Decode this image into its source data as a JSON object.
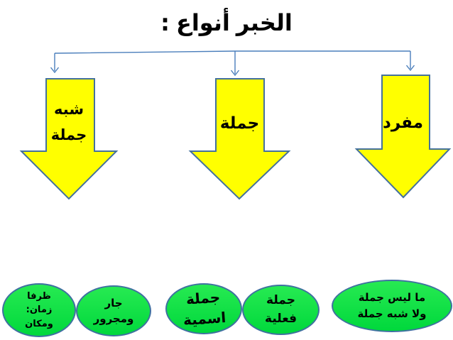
{
  "title": ": أنواع الخبر",
  "colors": {
    "background": "#ffffff",
    "text": "#000000",
    "arrow_fill": "#ffff00",
    "arrow_border": "#44719c",
    "connector": "#4a7ebb",
    "ellipse_fill_top": "#27ea52",
    "ellipse_fill_bottom": "#00d83c",
    "ellipse_border": "#3f71a0"
  },
  "arrows": [
    {
      "name": "shibh-jumla",
      "lines": [
        "شبه",
        "جملة"
      ]
    },
    {
      "name": "jumla",
      "lines": [
        "جملة"
      ]
    },
    {
      "name": "mufrad",
      "lines": [
        "مفرد"
      ]
    }
  ],
  "ellipses": [
    {
      "name": "zarf-zaman-wa-makan",
      "lines": [
        "ظرفا",
        "زمان:",
        "ومكان"
      ]
    },
    {
      "name": "jar-wa-majrur",
      "lines": [
        "جار",
        "ومجرور"
      ]
    },
    {
      "name": "jumla-ismiyya",
      "lines": [
        "جملة",
        "اسمية"
      ]
    },
    {
      "name": "jumla-filiyya",
      "lines": [
        "جملة",
        "فعلية"
      ]
    },
    {
      "name": "ma-laysa-jumla",
      "lines": [
        "ما ليس جملة",
        "ولا شبه جملة"
      ]
    }
  ]
}
